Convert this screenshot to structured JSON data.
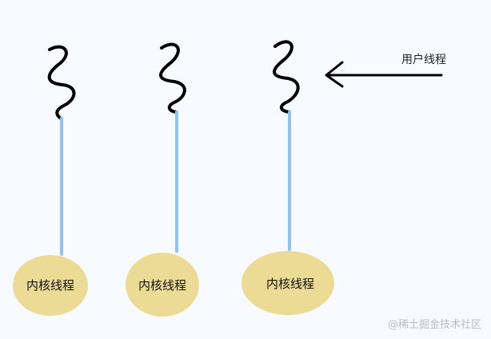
{
  "colors": {
    "background": "#f7faff",
    "user_thread_stroke": "#000000",
    "connector": "#8dc3ee",
    "kernel_fill": "#ecdb95",
    "arrow": "#000000"
  },
  "user_thread_label": "用户线程",
  "kernel_threads": [
    {
      "label": "内核线程"
    },
    {
      "label": "内核线程"
    },
    {
      "label": "内核线程"
    }
  ],
  "watermark": "@稀土掘金技术社区"
}
